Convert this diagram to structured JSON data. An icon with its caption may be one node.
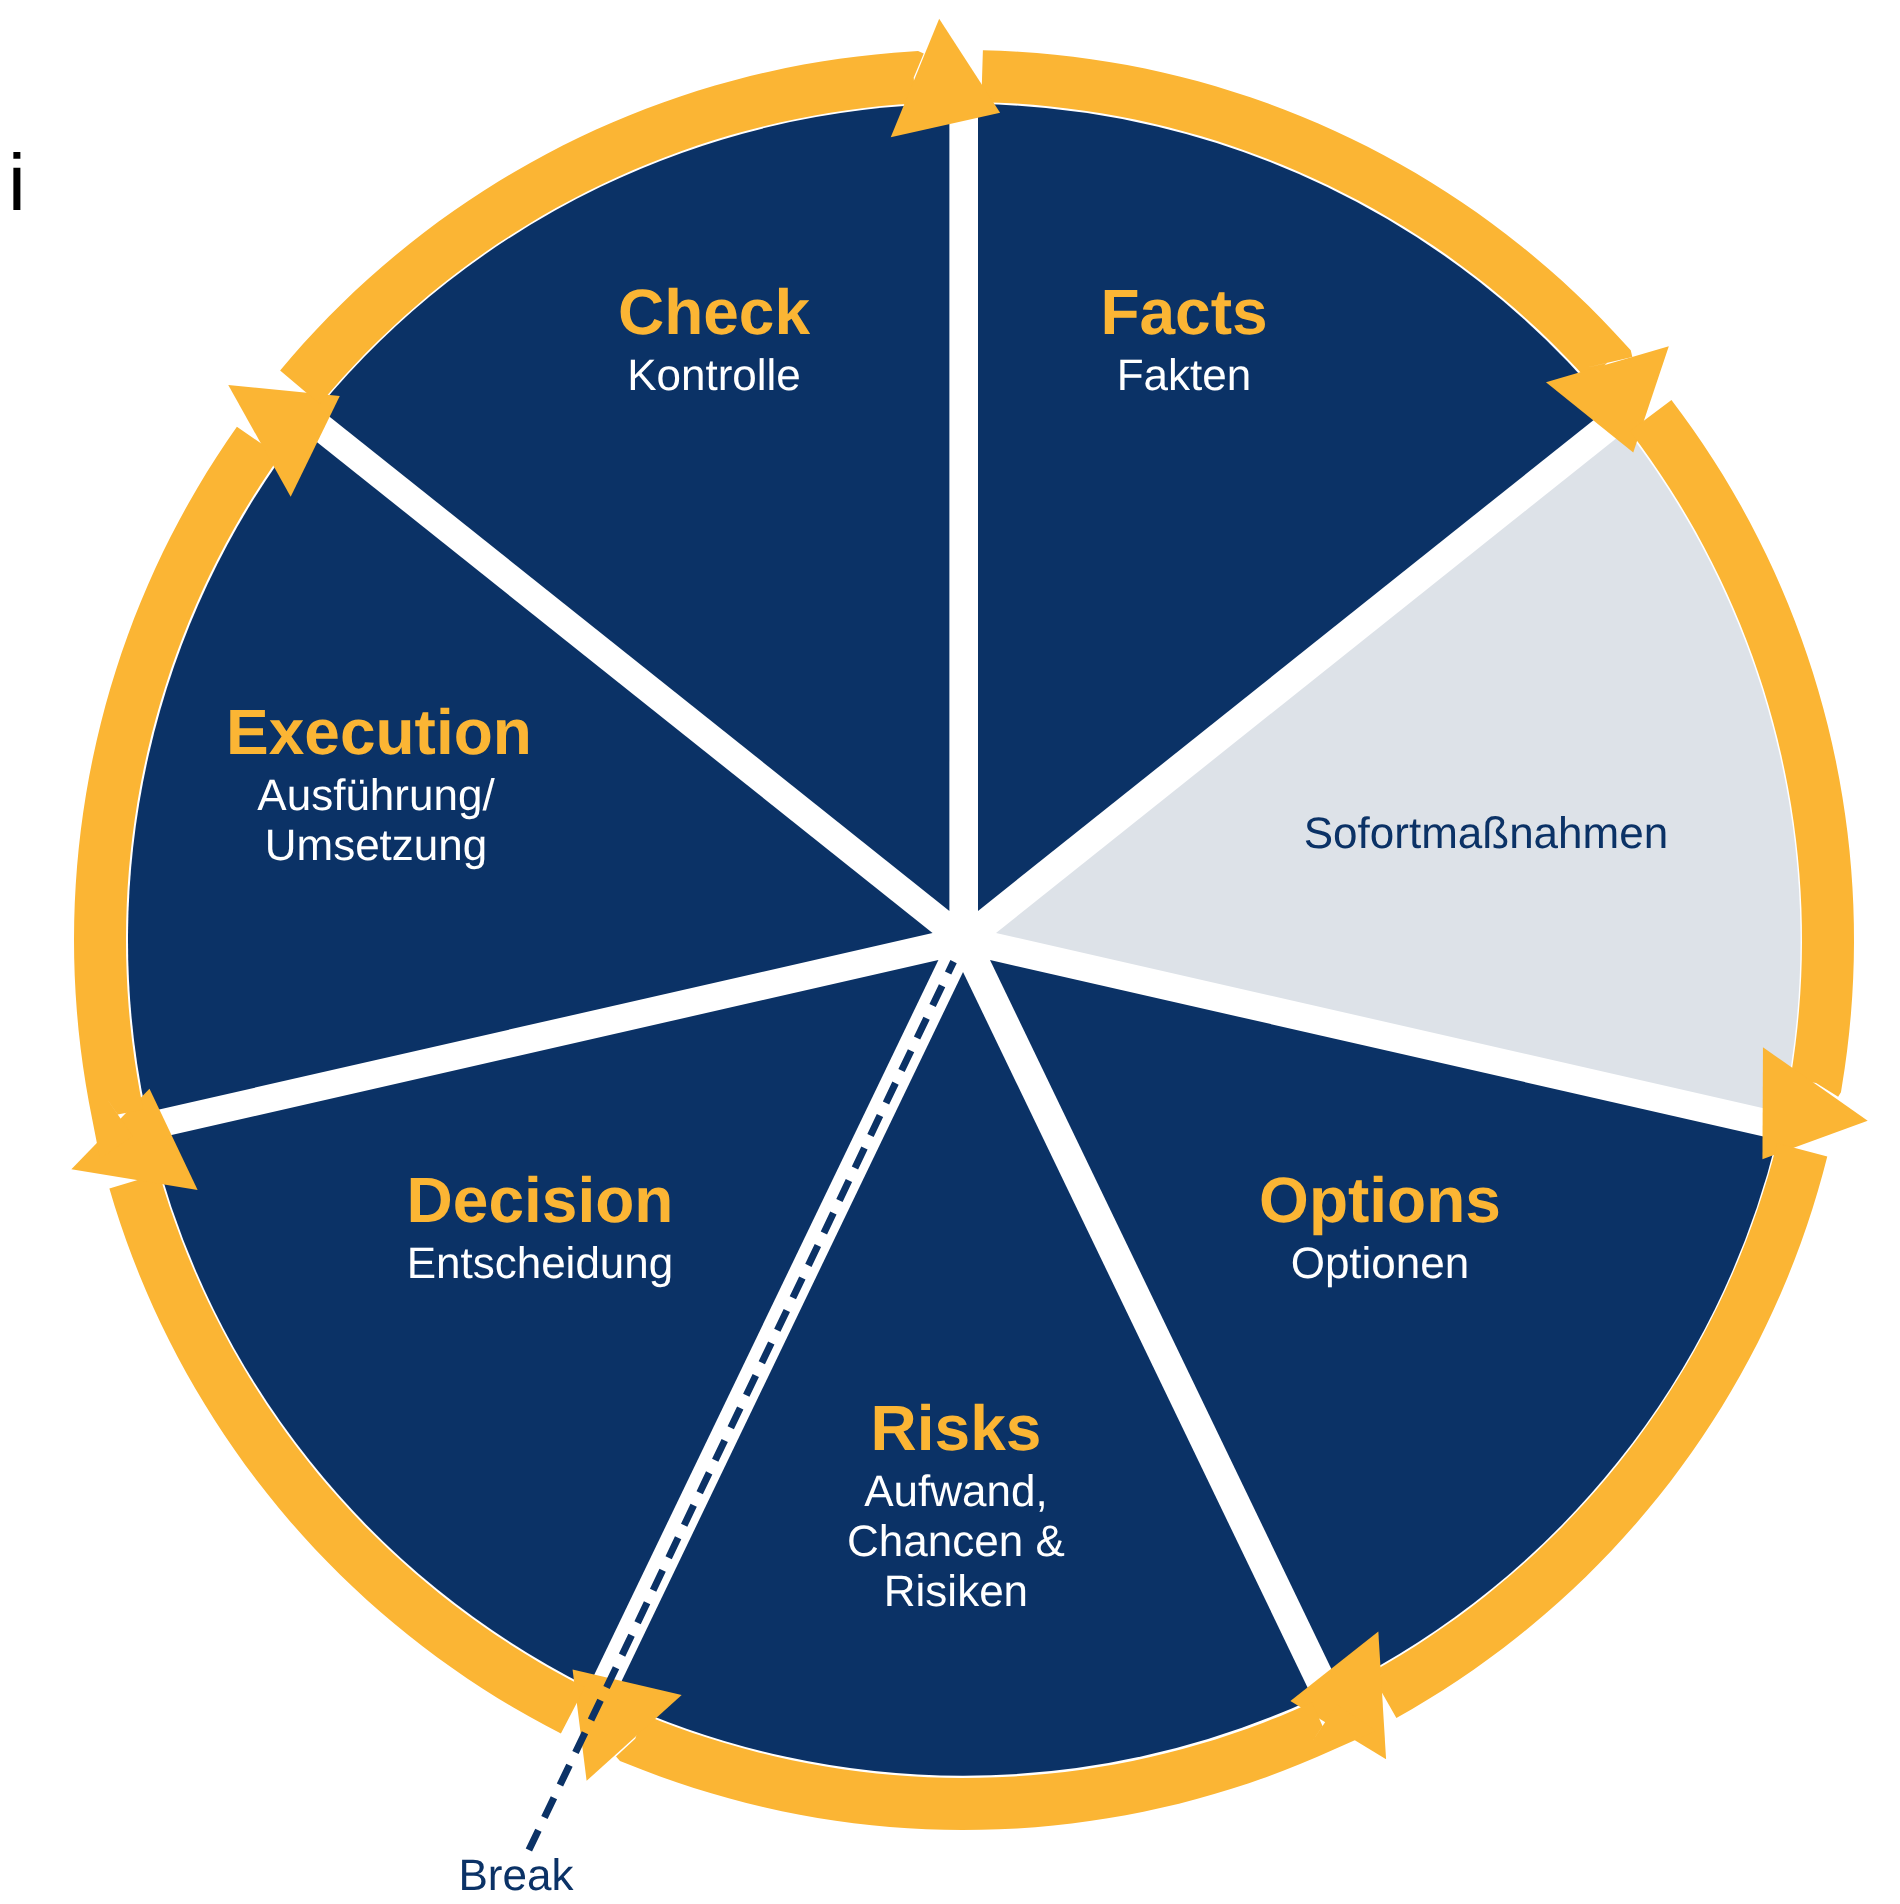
{
  "diagram": {
    "nodes": [
      {
        "text": [
          "Facts",
          "Fakten"
        ]
      },
      {
        "text": [
          "Sofortmaßnahmen"
        ]
      },
      {
        "text": [
          "Options",
          "Optionen"
        ]
      },
      {
        "text": [
          "Risks",
          "Aufwand, Chancen & Risiken"
        ]
      },
      {
        "text": [
          "Decision",
          "Entscheidung"
        ]
      },
      {
        "text": [
          "Execution",
          "Ausführung/ Umsetzung"
        ]
      },
      {
        "text": [
          "Check",
          "Kontrolle"
        ]
      },
      {
        "text": [
          "Break"
        ]
      }
    ],
    "edges": [
      {
        "from": 0,
        "to": 1,
        "arrow": "to"
      },
      {
        "from": 1,
        "to": 2,
        "arrow": "to"
      },
      {
        "from": 2,
        "to": 3,
        "arrow": "to"
      },
      {
        "from": 3,
        "to": 4,
        "arrow": "to"
      },
      {
        "from": 4,
        "to": 5,
        "arrow": "to"
      },
      {
        "from": 5,
        "to": 6,
        "arrow": "to"
      },
      {
        "from": 6,
        "to": 0,
        "arrow": "to"
      },
      {
        "from": 7,
        "to": 3,
        "arrow": "none",
        "style": "dashed",
        "color": "#0b3266"
      }
    ],
    "labels": [
      "i"
    ]
  }
}
